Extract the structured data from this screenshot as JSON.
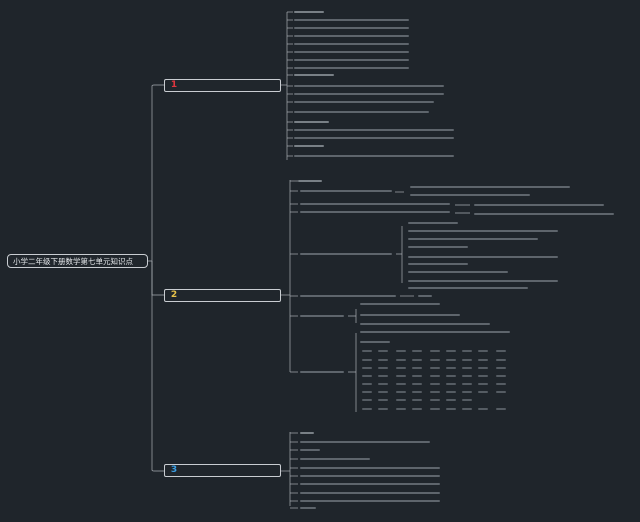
{
  "root": {
    "label": "小学二年级下册数学第七单元知识点"
  },
  "branches": [
    {
      "num": "1",
      "color": "#e0363f",
      "label": ""
    },
    {
      "num": "2",
      "color": "#e8c34a",
      "label": ""
    },
    {
      "num": "3",
      "color": "#3aa0e6",
      "label": ""
    }
  ],
  "colors": {
    "background": "#1f252b",
    "line": "#a9aeb4",
    "text_placeholder": "#6a7178"
  }
}
